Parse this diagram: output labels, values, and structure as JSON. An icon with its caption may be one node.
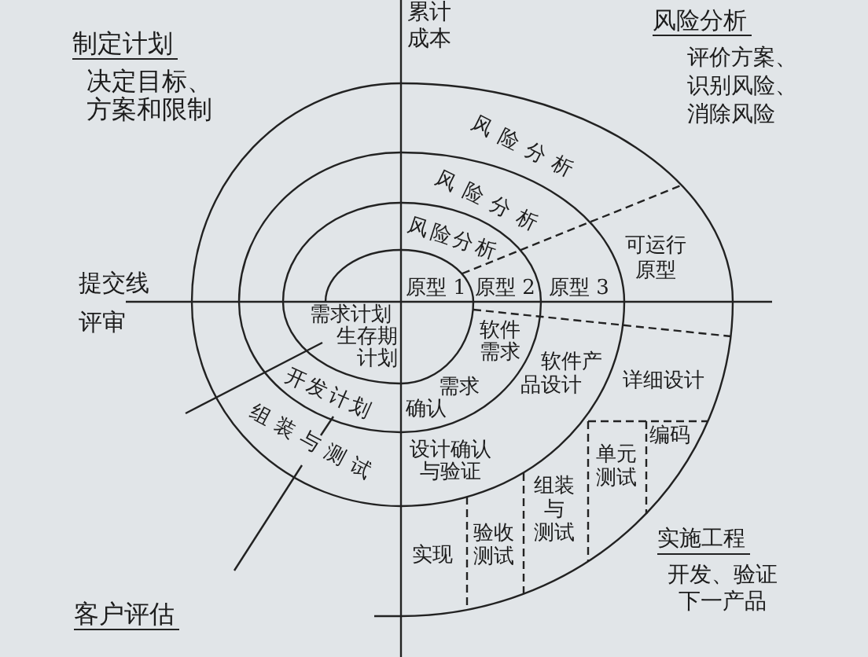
{
  "diagram": {
    "labels": [
      "累计成本",
      "制定计划",
      "决定目标、方案和限制",
      "风险分析",
      "评价方案、识别风险、消除风险",
      "风险分析",
      "风险分析",
      "风险分析",
      "可运行原型",
      "提交线",
      "原型 1",
      "原型 2",
      "原型 3",
      "评审",
      "需求计划",
      "生存期计划",
      "软件需求",
      "软件产品设计",
      "详细设计",
      "开发计划",
      "需求确认",
      "组装与测试",
      "设计确认与验证",
      "编码",
      "单元测试",
      "组装与测试",
      "验收测试",
      "实现",
      "实施工程",
      "开发、验证下一产品",
      "客户评估"
    ]
  }
}
